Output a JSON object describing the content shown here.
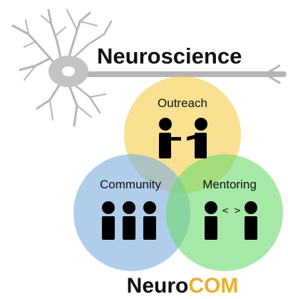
{
  "header": {
    "title": "Neuroscience"
  },
  "circles": {
    "outreach": {
      "label": "Outreach",
      "color": "#f7cf4d"
    },
    "community": {
      "label": "Community",
      "color": "#7fb0df"
    },
    "mentoring": {
      "label": "Mentoring",
      "color": "#6fdc6f"
    }
  },
  "mentoring_arrows": {
    "left": "<",
    "right": ">"
  },
  "brand": {
    "part1": "Neuro",
    "part2": "COM",
    "color1": "#111111",
    "color2": "#e9b02a"
  },
  "icons": {
    "neuron": "neuron-icon",
    "outreach": "two-people-talking-icon",
    "community": "three-people-icon",
    "mentoring": "two-people-exchange-icon"
  }
}
